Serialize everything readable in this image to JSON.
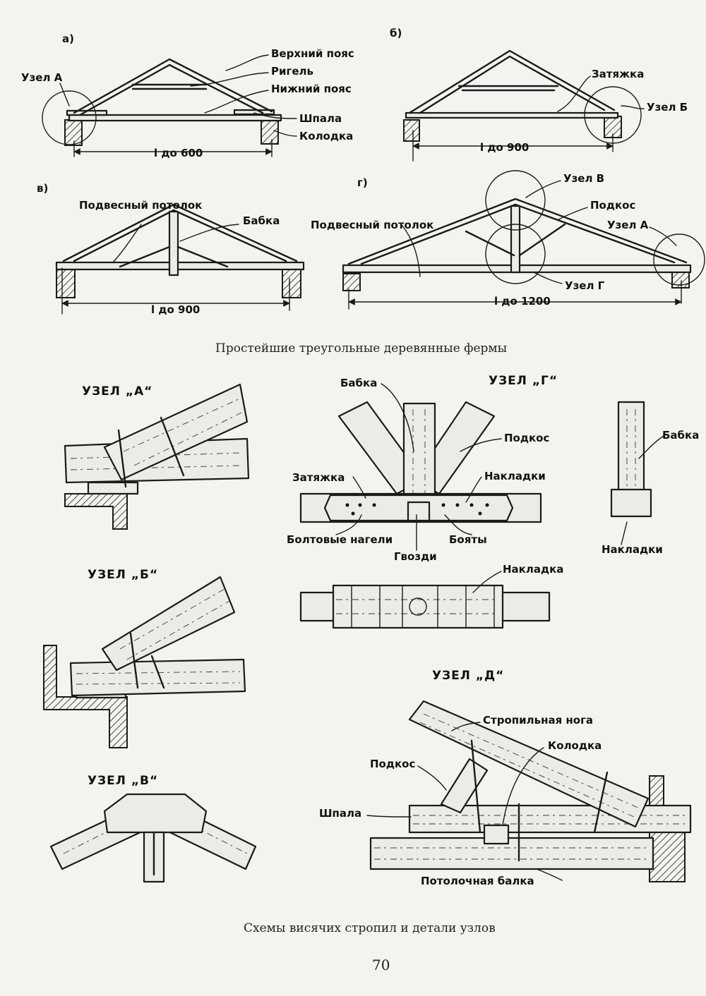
{
  "figure_top": {
    "caption": "Простейшие треугольные деревянные фермы",
    "panels": {
      "a": {
        "letter": "а)",
        "labels": [
          "Верхний пояс",
          "Ригель",
          "Нижний пояс",
          "Шпала",
          "Колодка",
          "Узел А"
        ],
        "span": "l до 600"
      },
      "b": {
        "letter": "б)",
        "labels": [
          "Затяжка",
          "Узел Б"
        ],
        "span": "l до 900"
      },
      "v": {
        "letter": "в)",
        "labels": [
          "Подвесный потолок",
          "Бабка"
        ],
        "span": "l до 900"
      },
      "g": {
        "letter": "г)",
        "labels": [
          "Узел В",
          "Подкос",
          "Подвесный потолок",
          "Узел А",
          "Узел Г"
        ],
        "span": "l до 1200"
      }
    }
  },
  "figure_bottom": {
    "caption": "Схемы висячих стропил и детали узлов",
    "nodes": {
      "A": {
        "title": "УЗЕЛ „А“"
      },
      "B": {
        "title": "УЗЕЛ „Б“"
      },
      "V": {
        "title": "УЗЕЛ „В“"
      },
      "G": {
        "title": "УЗЕЛ „Г“",
        "labels": [
          "Бабка",
          "Подкос",
          "Затяжка",
          "Накладки",
          "Болтовые нагели",
          "Гвозди",
          "Бояты",
          "Бабка",
          "Накладки",
          "Накладка"
        ]
      },
      "D": {
        "title": "УЗЕЛ „Д“",
        "labels": [
          "Стропильная нога",
          "Колодка",
          "Подкос",
          "Шпала",
          "Потолочная балка"
        ]
      }
    }
  },
  "page_number": "70"
}
